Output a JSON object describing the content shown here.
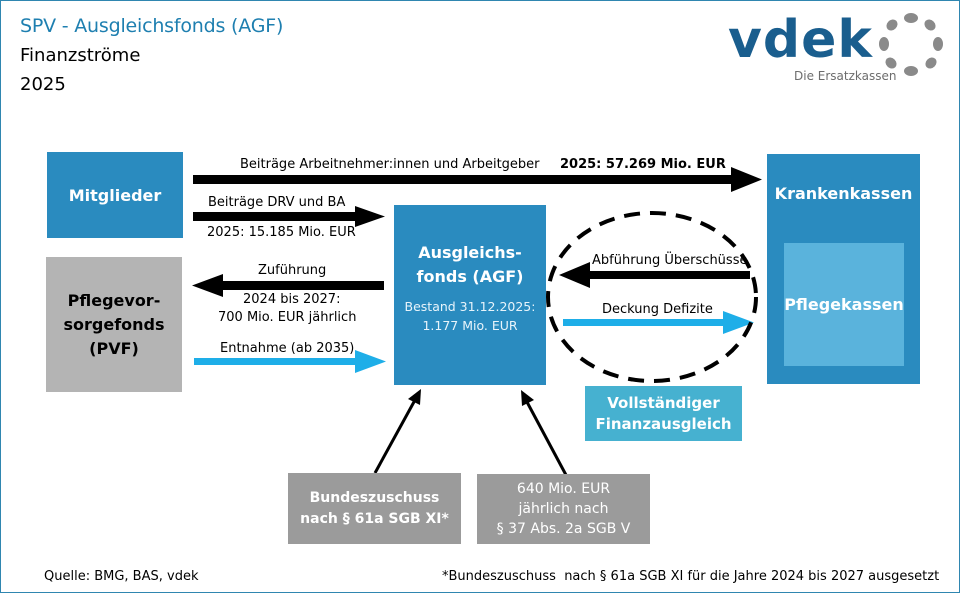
{
  "header": {
    "title": "SPV - Ausgleichsfonds (AGF)",
    "subtitle": "Finanzströme",
    "year": "2025"
  },
  "logo": {
    "wordmark": "vdek",
    "tagline": "Die Ersatzkassen",
    "icon": "dotted-ring-icon",
    "colors": {
      "wordmark": "#1a5e8e",
      "ring": "#8a8a8a"
    }
  },
  "nodes": {
    "mitglieder": "Mitglieder",
    "pvf": [
      "Pflegevor-",
      "sorgefonds",
      "(PVF)"
    ],
    "agf_title": [
      "Ausgleichs-",
      "fonds (AGF)"
    ],
    "agf_balance": [
      "Bestand 31.12.2025:",
      "1.177 Mio. EUR"
    ],
    "krankenkassen": "Krankenkassen",
    "pflegekassen": "Pflegekassen",
    "finanzausgleich": [
      "Vollständiger",
      "Finanzausgleich"
    ],
    "bundeszuschuss": [
      "Bundeszuschuss",
      "nach § 61a SGB XI*"
    ],
    "sgbv": [
      "640 Mio. EUR",
      "jährlich nach",
      "§ 37 Abs. 2a SGB V"
    ]
  },
  "flows": {
    "employee_employer": {
      "label": "Beiträge Arbeitnehmer:innen und Arbeitgeber",
      "amount": "2025: 57.269 Mio. EUR"
    },
    "drv_ba": {
      "label": "Beiträge DRV und BA",
      "amount": "2025: 15.185 Mio. EUR"
    },
    "zufuehrung": {
      "label": "Zuführung",
      "amount_line1": "2024 bis 2027:",
      "amount_line2": "700 Mio. EUR jährlich"
    },
    "entnahme": {
      "label": "Entnahme (ab 2035)"
    },
    "abfuehrung": {
      "label": "Abführung Überschüsse"
    },
    "deckung": {
      "label": "Deckung Defizite"
    }
  },
  "footer": {
    "source": "Quelle: BMG, BAS, vdek",
    "note": "*Bundeszuschuss  nach § 61a SGB XI für die Jahre 2024 bis 2027 ausgesetzt"
  },
  "colors": {
    "primary_blue": "#2a8bbf",
    "light_blue": "#5ab3dc",
    "teal": "#46b1d0",
    "arrow_cyan": "#1eaee8",
    "grey": "#b4b4b4",
    "dark_grey": "#9b9b9b",
    "title_blue": "#1e7fb0"
  }
}
